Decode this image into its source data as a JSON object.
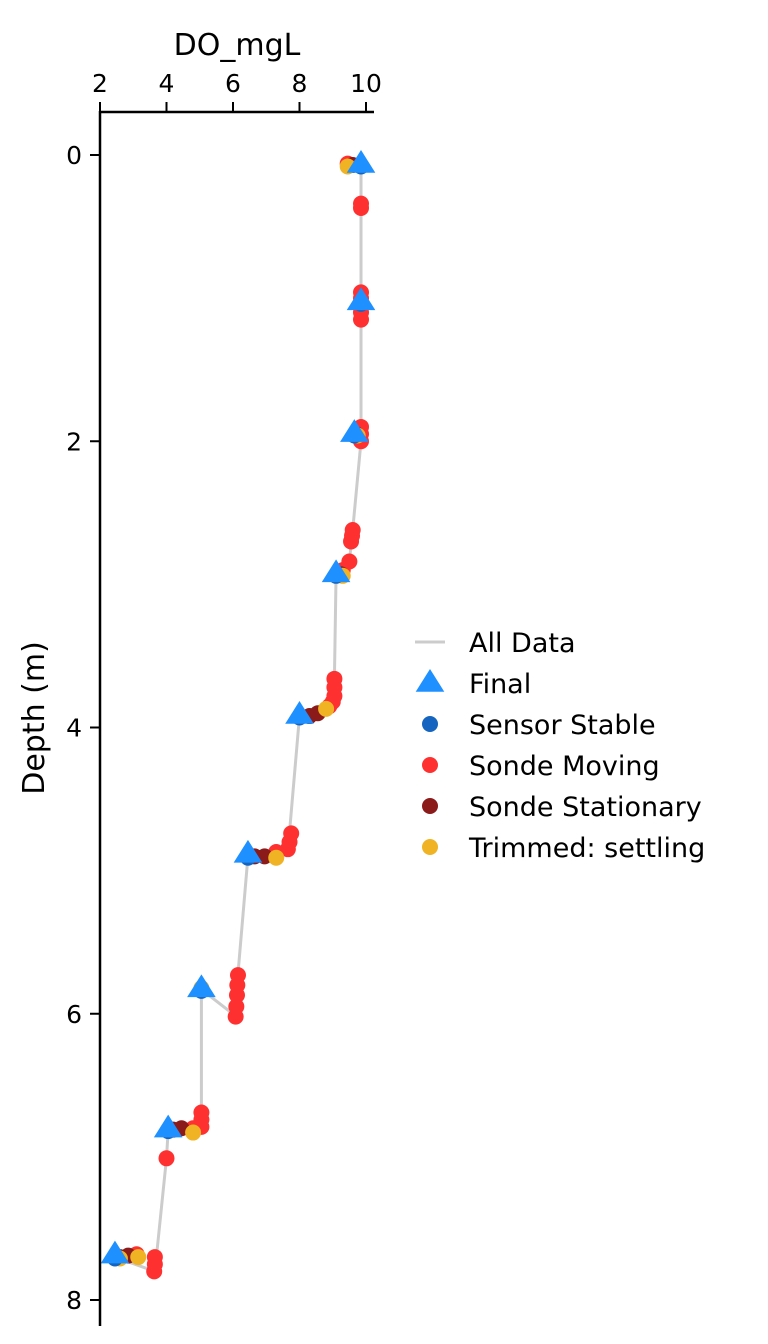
{
  "chart_data": {
    "type": "scatter",
    "xlabel": "DO_mgL",
    "ylabel": "Depth (m)",
    "xlim": [
      2,
      10.21
    ],
    "ylim": [
      8.18,
      -0.3
    ],
    "x_ticks": [
      2,
      4,
      6,
      8,
      10
    ],
    "y_ticks": [
      0,
      2,
      4,
      6,
      8
    ],
    "legend_position": "right",
    "colors": {
      "All Data": "#cccccc",
      "Final": "#1e90ff",
      "Sensor Stable": "#1565c0",
      "Sonde Moving": "#ff3030",
      "Sonde Stationary": "#8b1a1a",
      "Trimmed: settling": "#f0b323"
    },
    "series": [
      {
        "name": "All Data",
        "kind": "line",
        "points": [
          [
            9.45,
            0.07
          ],
          [
            9.85,
            0.07
          ],
          [
            9.85,
            0.34
          ],
          [
            9.85,
            0.95
          ],
          [
            9.85,
            1.03
          ],
          [
            9.85,
            1.15
          ],
          [
            9.85,
            1.9
          ],
          [
            9.65,
            1.95
          ],
          [
            9.85,
            2.0
          ],
          [
            9.6,
            2.62
          ],
          [
            9.55,
            2.72
          ],
          [
            9.5,
            2.85
          ],
          [
            9.1,
            2.93
          ],
          [
            9.05,
            3.66
          ],
          [
            9.05,
            3.8
          ],
          [
            8.9,
            3.84
          ],
          [
            8.0,
            3.92
          ],
          [
            7.7,
            4.73
          ],
          [
            7.7,
            4.85
          ],
          [
            6.45,
            4.9
          ],
          [
            6.15,
            5.72
          ],
          [
            6.1,
            6.02
          ],
          [
            5.05,
            5.83
          ],
          [
            5.05,
            6.69
          ],
          [
            5.05,
            6.8
          ],
          [
            4.05,
            6.81
          ],
          [
            4.0,
            7.01
          ],
          [
            3.7,
            7.69
          ],
          [
            3.65,
            7.8
          ],
          [
            2.45,
            7.7
          ]
        ]
      },
      {
        "name": "Sonde Moving",
        "kind": "dot",
        "points": [
          [
            9.45,
            0.06
          ],
          [
            9.85,
            0.34
          ],
          [
            9.85,
            0.37
          ],
          [
            9.85,
            0.96
          ],
          [
            9.85,
            1.0
          ],
          [
            9.85,
            1.1
          ],
          [
            9.85,
            1.15
          ],
          [
            9.85,
            1.9
          ],
          [
            9.85,
            1.95
          ],
          [
            9.85,
            2.0
          ],
          [
            9.6,
            2.62
          ],
          [
            9.58,
            2.66
          ],
          [
            9.55,
            2.7
          ],
          [
            9.5,
            2.84
          ],
          [
            9.3,
            2.9
          ],
          [
            9.05,
            3.66
          ],
          [
            9.05,
            3.72
          ],
          [
            9.05,
            3.78
          ],
          [
            9.0,
            3.82
          ],
          [
            8.9,
            3.85
          ],
          [
            7.75,
            4.74
          ],
          [
            7.7,
            4.8
          ],
          [
            7.65,
            4.85
          ],
          [
            7.3,
            4.87
          ],
          [
            6.15,
            5.73
          ],
          [
            6.13,
            5.8
          ],
          [
            6.12,
            5.87
          ],
          [
            6.1,
            5.95
          ],
          [
            6.08,
            6.02
          ],
          [
            5.05,
            6.69
          ],
          [
            5.05,
            6.74
          ],
          [
            5.05,
            6.79
          ],
          [
            4.8,
            6.8
          ],
          [
            4.0,
            7.01
          ],
          [
            3.65,
            7.7
          ],
          [
            3.65,
            7.75
          ],
          [
            3.63,
            7.8
          ],
          [
            3.1,
            7.68
          ]
        ]
      },
      {
        "name": "Sonde Stationary",
        "kind": "dot",
        "points": [
          [
            9.6,
            0.07
          ],
          [
            9.7,
            1.95
          ],
          [
            9.25,
            2.93
          ],
          [
            8.55,
            3.9
          ],
          [
            8.3,
            3.92
          ],
          [
            6.95,
            4.9
          ],
          [
            6.65,
            4.9
          ],
          [
            4.45,
            6.8
          ],
          [
            4.2,
            6.81
          ],
          [
            2.85,
            7.69
          ],
          [
            2.6,
            7.7
          ]
        ]
      },
      {
        "name": "Trimmed: settling",
        "kind": "dot",
        "points": [
          [
            9.45,
            0.08
          ],
          [
            9.75,
            1.96
          ],
          [
            9.3,
            2.94
          ],
          [
            8.8,
            3.87
          ],
          [
            7.3,
            4.91
          ],
          [
            4.8,
            6.83
          ],
          [
            3.15,
            7.7
          ],
          [
            2.6,
            7.71
          ],
          [
            5.05,
            5.82
          ]
        ]
      },
      {
        "name": "Sensor Stable",
        "kind": "dot",
        "points": [
          [
            9.85,
            0.08
          ],
          [
            9.85,
            1.04
          ],
          [
            9.65,
            1.96
          ],
          [
            9.1,
            2.94
          ],
          [
            8.0,
            3.93
          ],
          [
            6.45,
            4.91
          ],
          [
            5.05,
            5.84
          ],
          [
            4.05,
            6.82
          ],
          [
            2.45,
            7.71
          ]
        ]
      },
      {
        "name": "Final",
        "kind": "triangle",
        "points": [
          [
            9.85,
            0.07
          ],
          [
            9.85,
            1.03
          ],
          [
            9.65,
            1.95
          ],
          [
            9.1,
            2.93
          ],
          [
            8.0,
            3.92
          ],
          [
            6.45,
            4.89
          ],
          [
            5.05,
            5.83
          ],
          [
            4.05,
            6.81
          ],
          [
            2.45,
            7.69
          ]
        ]
      }
    ],
    "legend": [
      "All Data",
      "Final",
      "Sensor Stable",
      "Sonde Moving",
      "Sonde Stationary",
      "Trimmed: settling"
    ]
  }
}
